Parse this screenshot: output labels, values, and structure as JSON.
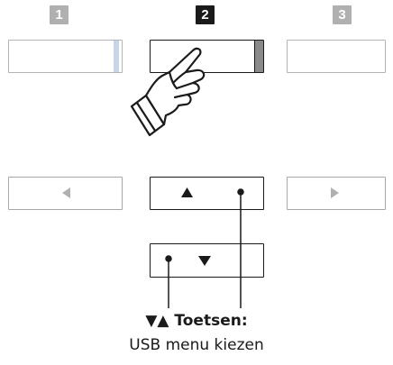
{
  "steps": [
    {
      "label": "1",
      "color": "#b0b0b0"
    },
    {
      "label": "2",
      "color": "#1a1a1a"
    },
    {
      "label": "3",
      "color": "#b0b0b0"
    }
  ],
  "icons": {
    "left": "left-triangle-icon",
    "right": "right-triangle-icon",
    "up": "up-triangle-icon",
    "down": "down-triangle-icon",
    "hand": "pressing-hand-icon"
  },
  "colors": {
    "active_border": "#1a1a1a",
    "inactive_border": "#b0b0b0",
    "highlight_blue": "#c6d6e6",
    "highlight_gray": "#8a8a8a"
  },
  "caption": {
    "title": "▼▲ Toetsen:",
    "description": "USB menu kiezen"
  }
}
